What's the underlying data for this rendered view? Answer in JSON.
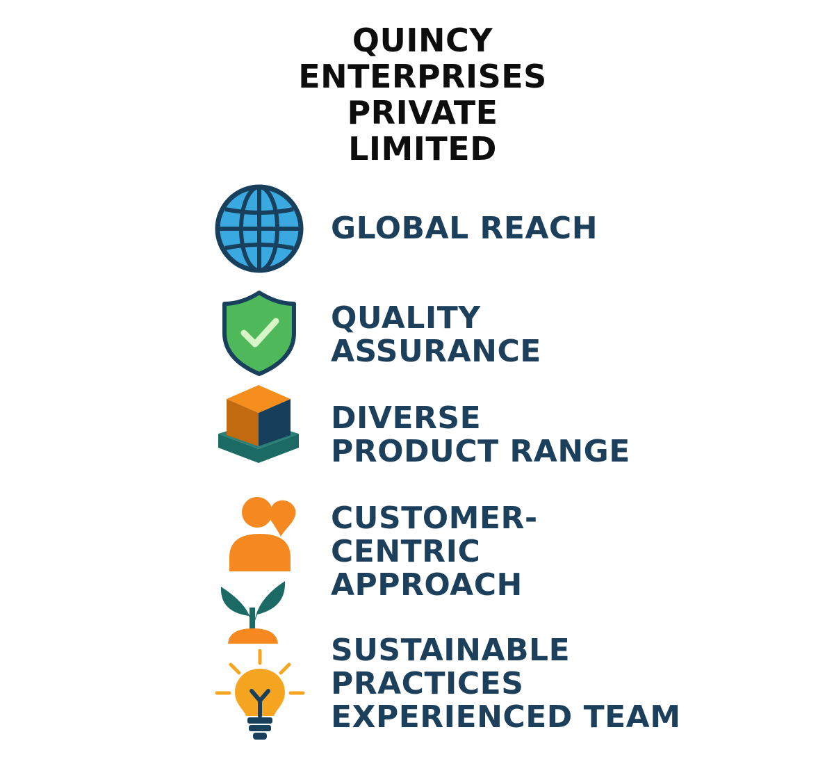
{
  "title": {
    "lines": [
      "QUINCY",
      "ENTERPRISES",
      "PRIVATE",
      "LIMITED"
    ]
  },
  "features": [
    {
      "icon": "globe-icon",
      "lines": [
        "GLOBAL REACH"
      ]
    },
    {
      "icon": "shield-check-icon",
      "lines": [
        "QUALITY",
        "ASSURANCE"
      ]
    },
    {
      "icon": "product-box-icon",
      "lines": [
        "DIVERSE",
        "PRODUCT RANGE"
      ]
    },
    {
      "icon": "customer-icon",
      "lines": [
        "CUSTOMER-",
        "CENTRIC",
        "APPROACH"
      ]
    },
    {
      "icon": "lightbulb-icon",
      "lines": [
        "SUSTAINABLE",
        "PRACTICES",
        "EXPERIENCED TEAM"
      ]
    }
  ],
  "colors": {
    "title": "#0d0d0d",
    "label": "#1c3f5c",
    "globe": "#3aa9e0",
    "shield": "#4fb85a",
    "orange": "#f5881f",
    "teal": "#1f6e68",
    "navy": "#183f5c",
    "bulb": "#f6a521"
  }
}
